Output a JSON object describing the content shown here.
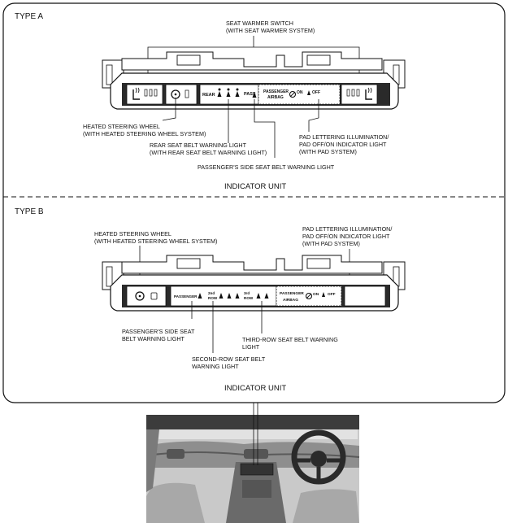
{
  "type_a": {
    "title": "TYPE A",
    "seat_warmer_switch": [
      "SEAT WARMER SWITCH",
      "(WITH SEAT WARMER SYSTEM)"
    ],
    "heated_steering_wheel": [
      "HEATED STEERING WHEEL",
      "(WITH HEATED STEERING WHEEL SYSTEM)"
    ],
    "rear_belt_light": [
      "REAR SEAT BELT WARNING LIGHT",
      "(WITH REAR SEAT BELT WARNING LIGHT)"
    ],
    "passenger_belt_light": [
      "PASSENGER'S SIDE SEAT BELT WARNING LIGHT"
    ],
    "pad_lettering": [
      "PAD LETTERING ILLUMINATION/",
      "PAD OFF/ON INDICATOR LIGHT",
      "(WITH PAD SYSTEM)"
    ],
    "unit_caption": "INDICATOR UNIT",
    "device_text": {
      "rear": "REAR",
      "pass": "PASS",
      "passenger": "PASSENGER",
      "airbag": "AIRBAG",
      "on": "ON",
      "off": "OFF"
    }
  },
  "type_b": {
    "title": "TYPE B",
    "heated_steering_wheel": [
      "HEATED STEERING WHEEL",
      "(WITH HEATED STEERING WHEEL SYSTEM)"
    ],
    "pad_lettering": [
      "PAD LETTERING ILLUMINATION/",
      "PAD OFF/ON INDICATOR LIGHT",
      "(WITH PAD SYSTEM)"
    ],
    "passenger_belt_light": [
      "PASSENGER'S SIDE SEAT",
      "BELT WARNING LIGHT"
    ],
    "second_row_light": [
      "SECOND-ROW SEAT BELT",
      "WARNING LIGHT"
    ],
    "third_row_light": [
      "THIRD-ROW SEAT BELT WARNING",
      "LIGHT"
    ],
    "unit_caption": "INDICATOR UNIT",
    "device_text": {
      "passenger": "PASSENGER",
      "second_row_num": "2nd",
      "second_row_word": "ROW",
      "third_row_num": "3rd",
      "third_row_word": "ROW",
      "airbag_top": "PASSENGER",
      "airbag_bottom": "AIRBAG",
      "on": "ON",
      "off": "OFF"
    }
  },
  "icons": [
    "seat-heater-icon",
    "steering-wheel-icon",
    "seat-belt-icon",
    "airbag-off-icon"
  ]
}
